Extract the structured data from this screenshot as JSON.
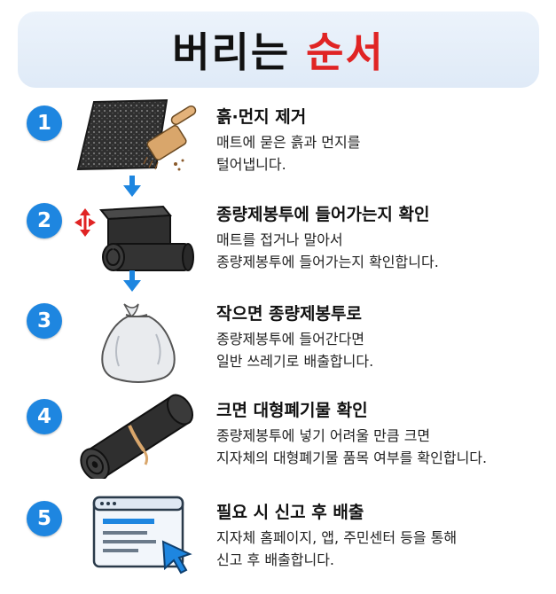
{
  "header": {
    "title_plain": "버리는",
    "title_accent": "순서",
    "accent_color": "#e02424",
    "background_color": "#e4eef9"
  },
  "badge_color": "#1e86e0",
  "steps": [
    {
      "number": "1",
      "title": "흙·먼지 제거",
      "desc_lines": [
        "매트에 묻은 흙과 먼지를",
        "털어냅니다."
      ],
      "icon": "brush-on-mat-icon"
    },
    {
      "number": "2",
      "title": "종량제봉투에 들어가는지 확인",
      "desc_lines": [
        "매트를 접거나 말아서",
        "종량제봉투에 들어가는지 확인합니다."
      ],
      "icon": "folded-rolled-mat-icon"
    },
    {
      "number": "3",
      "title": "작으면 종량제봉투로",
      "desc_lines": [
        "종량제봉투에 들어간다면",
        "일반 쓰레기로 배출합니다."
      ],
      "icon": "garbage-bag-icon"
    },
    {
      "number": "4",
      "title": "크면 대형폐기물 확인",
      "desc_lines": [
        "종량제봉투에 넣기 어려울 만큼 크면",
        "지자체의 대형폐기물 품목 여부를 확인합니다."
      ],
      "icon": "large-rolled-mat-icon"
    },
    {
      "number": "5",
      "title": "필요 시 신고 후 배출",
      "desc_lines": [
        "지자체 홈페이지, 앱, 주민센터 등을 통해",
        "신고 후 배출합니다."
      ],
      "icon": "browser-cursor-icon"
    }
  ]
}
